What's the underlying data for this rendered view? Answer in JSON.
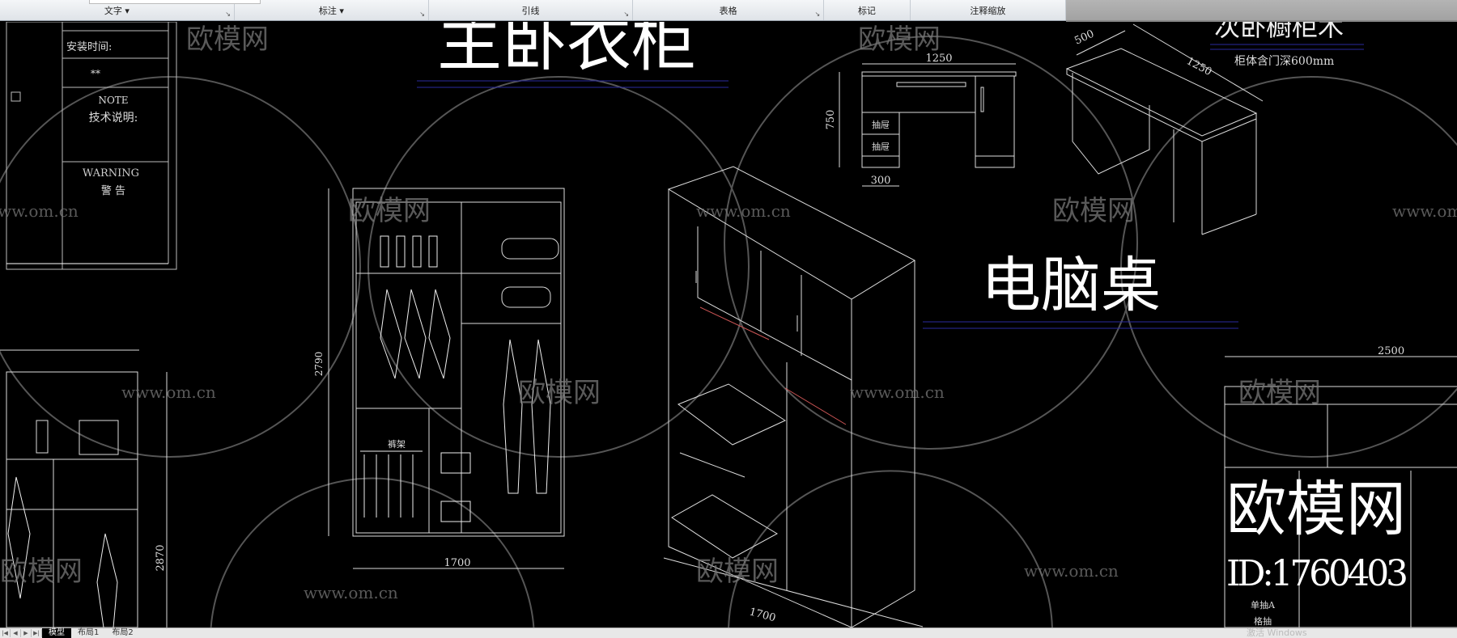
{
  "ribbon": {
    "panels": [
      {
        "label": "文字 ▾"
      },
      {
        "label": "标注 ▾"
      },
      {
        "label": "引线"
      },
      {
        "label": "表格"
      },
      {
        "label": "标记"
      },
      {
        "label": "注释缩放"
      }
    ]
  },
  "drawing": {
    "title_block": {
      "install_time": "安装时间:",
      "stars": "**",
      "note": "NOTE",
      "tech_notes": "技术说明:",
      "warning": "WARNING",
      "warning_cn": "警  告"
    },
    "master_wardrobe_title": "主卧衣柜",
    "desk_title": "电脑桌",
    "second_bedroom_title": "次卧橱柜木",
    "cabinet_note": "柜体含门深600mm",
    "dims": {
      "wardrobe_height": "2790",
      "wardrobe_width": "1700",
      "iso_width": "1700",
      "left_height": "2870",
      "desk_width": "1250",
      "desk_height": "750",
      "desk_drawer_width": "300",
      "iso_desk_depth": "500",
      "iso_desk_width": "1250",
      "right_width": "2500"
    },
    "labels": {
      "drawer": "抽屉",
      "rack": "裤架",
      "single_drawer": "单抽A",
      "grid_drawer": "格抽"
    }
  },
  "watermark": {
    "logo": "欧模网",
    "url": "www.om.cn",
    "big_logo": "欧模网",
    "id": "ID:1760403",
    "activate": "激活 Windows"
  },
  "tabs": {
    "items": [
      {
        "label": "模型",
        "active": true
      },
      {
        "label": "布局1",
        "active": false
      },
      {
        "label": "布局2",
        "active": false
      }
    ]
  }
}
